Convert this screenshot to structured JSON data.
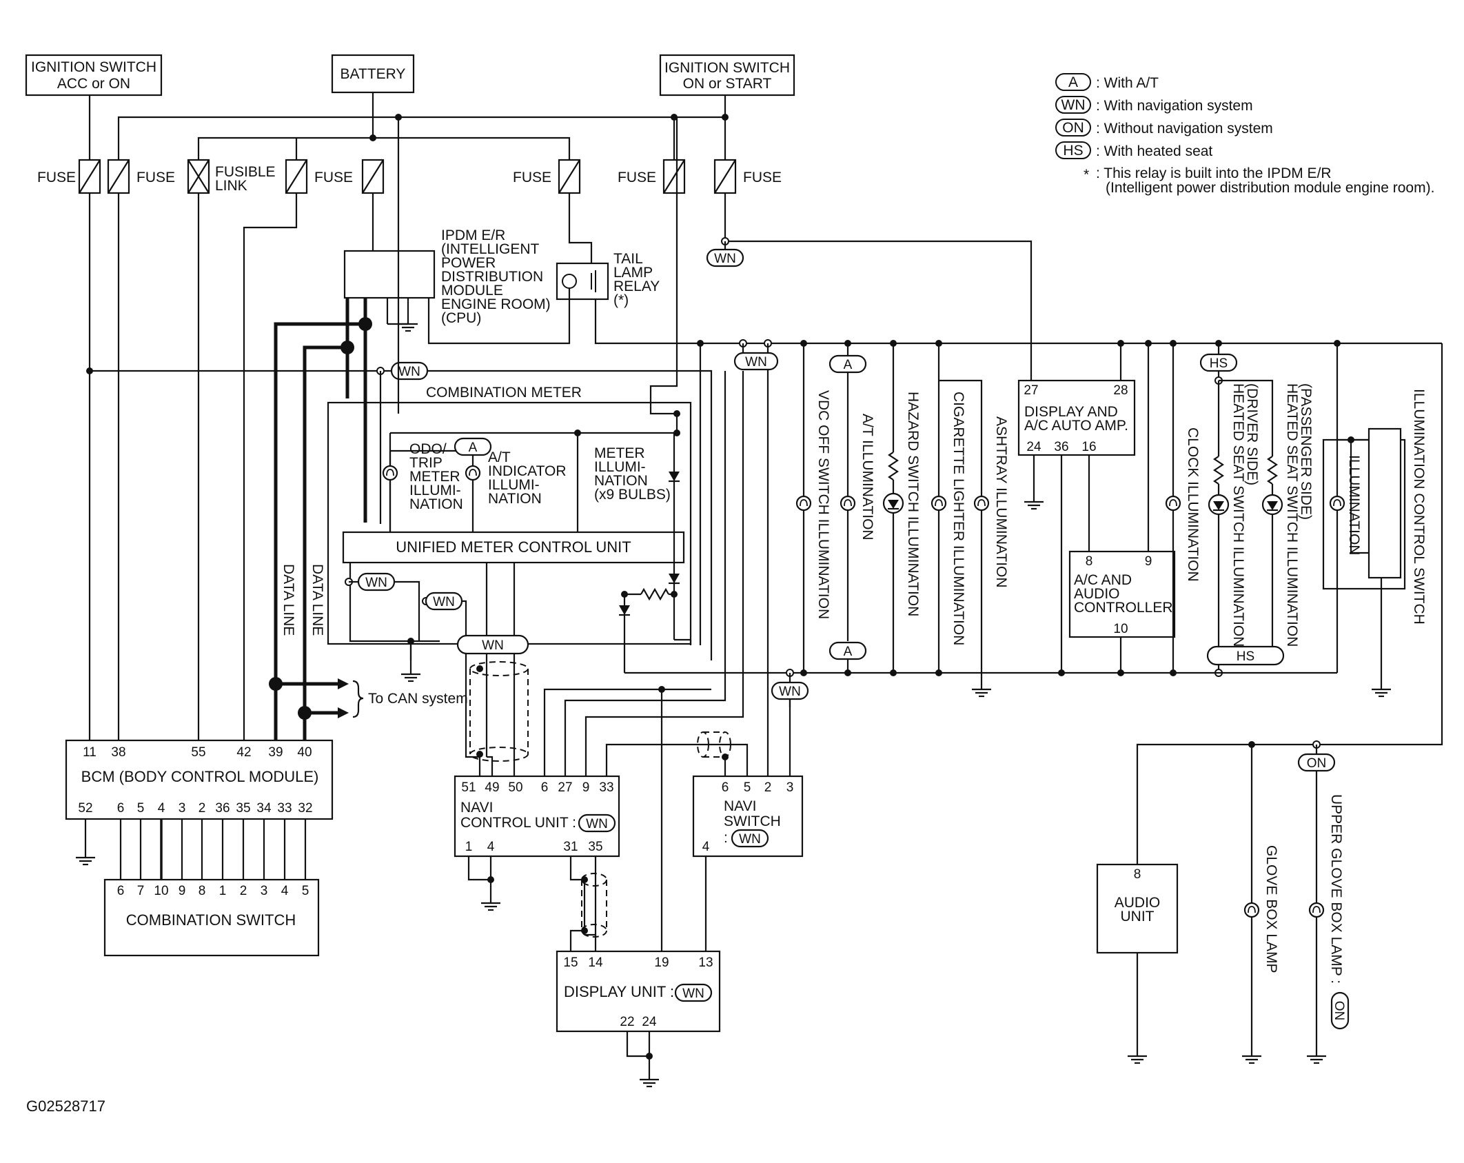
{
  "sources": {
    "ign_acc": [
      "IGNITION SWITCH",
      "ACC or ON"
    ],
    "battery": "BATTERY",
    "ign_on": [
      "IGNITION SWITCH",
      "ON or START"
    ]
  },
  "fuses": {
    "fuse": "FUSE",
    "fusible_link": [
      "FUSIBLE",
      "LINK"
    ]
  },
  "legend": {
    "items": [
      {
        "tag": "A",
        "text": ": With A/T"
      },
      {
        "tag": "WN",
        "text": ": With navigation system"
      },
      {
        "tag": "ON",
        "text": ": Without navigation system"
      },
      {
        "tag": "HS",
        "text": ": With heated seat"
      }
    ],
    "note_star": "*",
    "note_line1": ": This relay is built into the IPDM E/R",
    "note_line2": "(Intelligent power distribution module engine room)."
  },
  "ipdm": {
    "lines": [
      "IPDM E/R",
      "(INTELLIGENT",
      "POWER",
      "DISTRIBUTION",
      "MODULE",
      "ENGINE ROOM)",
      "(CPU)"
    ]
  },
  "tail_relay": [
    "TAIL",
    "LAMP",
    "RELAY",
    "(*)"
  ],
  "tags": {
    "wn": "WN",
    "a": "A",
    "hs": "HS",
    "on": "ON"
  },
  "combination_meter": {
    "title": "COMBINATION METER",
    "odo": [
      "ODO/",
      "TRIP",
      "METER",
      "ILLUMI-",
      "NATION"
    ],
    "at_ind": [
      "A/T",
      "INDICATOR",
      "ILLUMI-",
      "NATION"
    ],
    "meter_illum": [
      "METER",
      "ILLUMI-",
      "NATION",
      "(x9 BULBS)"
    ],
    "umcu": "UNIFIED METER CONTROL UNIT"
  },
  "data_line": "DATA LINE",
  "can": "To CAN system",
  "bcm": {
    "title": "BCM (BODY CONTROL MODULE)",
    "top_pins": [
      "11",
      "38",
      "55",
      "42",
      "39",
      "40"
    ],
    "bottom_pins": [
      "52",
      "6",
      "5",
      "4",
      "3",
      "2",
      "36",
      "35",
      "34",
      "33",
      "32"
    ]
  },
  "combination_switch": {
    "title": "COMBINATION SWITCH",
    "pins": [
      "6",
      "7",
      "10",
      "9",
      "8",
      "1",
      "2",
      "3",
      "4",
      "5"
    ]
  },
  "navi_cu": {
    "title1": "NAVI",
    "title2": "CONTROL UNIT :",
    "top_pins": [
      "51",
      "49",
      "50",
      "6",
      "27",
      "9",
      "33"
    ],
    "bottom_pins": [
      "1",
      "4",
      "31",
      "35"
    ]
  },
  "navi_sw": {
    "title1": "NAVI",
    "title2": "SWITCH",
    "title3": ":",
    "top_pins": [
      "6",
      "5",
      "2",
      "3"
    ],
    "bottom_pin": "4"
  },
  "display_unit": {
    "title": "DISPLAY UNIT :",
    "top_pins": [
      "15",
      "14",
      "19",
      "13"
    ],
    "bottom_pins": [
      "22",
      "24"
    ]
  },
  "display_amp": {
    "title1": "DISPLAY AND",
    "title2": "A/C AUTO AMP.",
    "top_pins": [
      "27",
      "28"
    ],
    "bottom_pins": [
      "24",
      "36",
      "16"
    ]
  },
  "ac_audio": {
    "lines": [
      "A/C AND",
      "AUDIO",
      "CONTROLLER"
    ],
    "pins": [
      "8",
      "9",
      "10"
    ]
  },
  "audio_unit": {
    "lines": [
      "AUDIO",
      "UNIT"
    ],
    "pin": "8"
  },
  "vertical_labels": {
    "vdc": "VDC OFF SWITCH ILLUMINATION",
    "at": "A/T ILLUMINATION",
    "hazard": "HAZARD SWITCH ILLUMINATION",
    "cig": "CIGARETTE LIGHTER ILLUMINATION",
    "ashtray": "ASHTRAY ILLUMINATION",
    "clock": "CLOCK ILLUMINATION",
    "hs_driver1": "HEATED SEAT SWITCH ILLUMINATION",
    "hs_driver2": "(DRIVER SIDE)",
    "hs_pass1": "HEATED SEAT SWITCH ILLUMINATION",
    "hs_pass2": "(PASSENGER SIDE)",
    "illum": "ILLUMINATION",
    "illum_ctrl": "ILLUMINATION CONTROL SWITCH",
    "glove": "GLOVE BOX LAMP",
    "upper_glove": "UPPER GLOVE BOX LAMP :"
  },
  "figure_id": "G02528717"
}
